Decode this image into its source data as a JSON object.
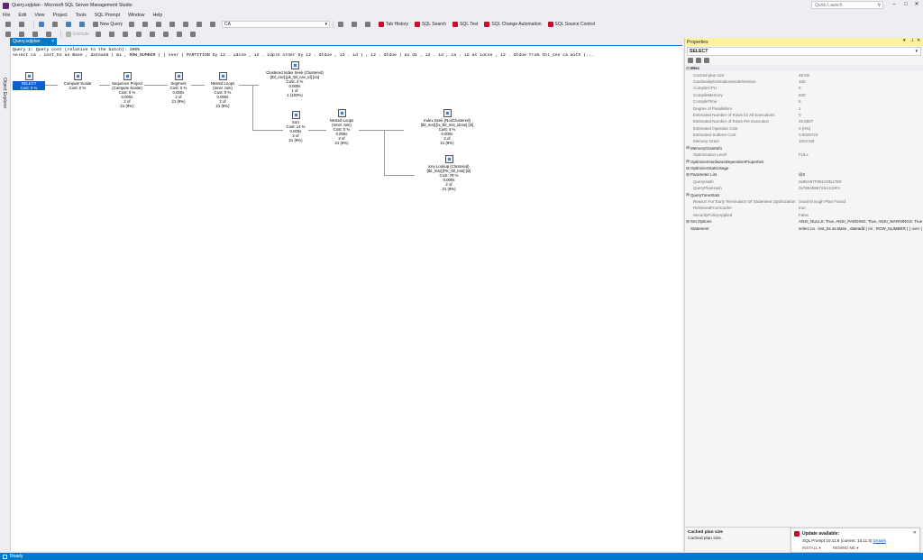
{
  "window": {
    "title": "Query.sqlplan - Microsoft SQL Server Management Studio",
    "quick_launch_placeholder": "Quick Launch"
  },
  "menu": [
    "File",
    "Edit",
    "View",
    "Project",
    "Tools",
    "SQL Prompt",
    "Window",
    "Help"
  ],
  "toolbar": {
    "new_query": "New Query",
    "database": "CA",
    "tab_history": "Tab History",
    "sql_search": "SQL Search",
    "sql_test": "SQL Test",
    "sql_change_automation": "SQL Change Automation",
    "sql_source_control": "SQL Source Control",
    "execute": "Execute"
  },
  "left_tab": "Object Explorer",
  "document_tab": {
    "label": "Query.sqlplan",
    "close": "×"
  },
  "plan": {
    "header_line1": "Query 1: Query cost (relative to the batch): 100%",
    "header_line2": "select ca . inst_bs as Base , dateadd ( mi , ROW_NUMBER ( ) over ( PARTITION by i2 . idcse , i2 . idpln order by i2 . dtdue , i2 . id ) , i2 . dtdue ) as d1 , i2 . id , ca . id as idcse , i2 . dtdue from tbl_cse ca with (...",
    "operators": [
      {
        "id": "select",
        "lines": [
          "SELECT",
          "Cost: 0 %"
        ]
      },
      {
        "id": "compute-scalar",
        "lines": [
          "Compute Scalar",
          "Cost: 0 %"
        ]
      },
      {
        "id": "sequence-project",
        "lines": [
          "Sequence Project",
          "(Compute Scalar)",
          "Cost: 0 %",
          "0.000s",
          "2 of",
          "21 (9%)"
        ]
      },
      {
        "id": "segment",
        "lines": [
          "Segment",
          "Cost: 0 %",
          "0.000s",
          "2 of",
          "21 (9%)"
        ]
      },
      {
        "id": "nested-loops-1",
        "lines": [
          "Nested Loops",
          "(Inner Join)",
          "Cost: 0 %",
          "0.000s",
          "2 of",
          "21 (9%)"
        ]
      },
      {
        "id": "clustered-index-seek",
        "lines": [
          "Clustered Index Seek (Clustered)",
          "[tbl_cse].[pk_tbl_cse_id] [ca]",
          "Cost: 4 %",
          "0.000s",
          "1 of",
          "1 (100%)"
        ]
      },
      {
        "id": "sort",
        "lines": [
          "Sort",
          "Cost: 14 %",
          "0.000s",
          "2 of",
          "21 (9%)"
        ]
      },
      {
        "id": "nested-loops-2",
        "lines": [
          "Nested Loops",
          "(Inner Join)",
          "Cost: 0 %",
          "0.000s",
          "2 of",
          "21 (9%)"
        ]
      },
      {
        "id": "index-seek",
        "lines": [
          "Index Seek (NonClustered)",
          "[tbl_Inst].[ix_tbl_Inst_idcse] [i2]",
          "Cost: 4 %",
          "0.000s",
          "2 of",
          "21 (9%)"
        ]
      },
      {
        "id": "key-lookup",
        "lines": [
          "Key Lookup (Clustered)",
          "[tbl_Inst].[PK_tbl_Inst] [i2]",
          "Cost: 78 %",
          "0.000s",
          "2 of",
          "21 (9%)"
        ]
      }
    ]
  },
  "properties": {
    "title": "Properties",
    "object": "SELECT",
    "rows": [
      {
        "kind": "cat",
        "exp": "⊟",
        "name": "Misc",
        "value": ""
      },
      {
        "kind": "child",
        "exp": "",
        "name": "Cached plan size",
        "value": "48 KB"
      },
      {
        "kind": "child",
        "exp": "",
        "name": "CardinalityEstimationModelVersion",
        "value": "150"
      },
      {
        "kind": "child",
        "exp": "",
        "name": "CompileCPU",
        "value": "5"
      },
      {
        "kind": "child",
        "exp": "",
        "name": "CompileMemory",
        "value": "520"
      },
      {
        "kind": "child",
        "exp": "",
        "name": "CompileTime",
        "value": "5"
      },
      {
        "kind": "child",
        "exp": "",
        "name": "Degree of Parallelism",
        "value": "1"
      },
      {
        "kind": "child",
        "exp": "",
        "name": "Estimated Number of Rows for All Executions",
        "value": "0"
      },
      {
        "kind": "child",
        "exp": "",
        "name": "Estimated Number of Rows Per Execution",
        "value": "20.6607"
      },
      {
        "kind": "child",
        "exp": "",
        "name": "Estimated Operator Cost",
        "value": "0 (0%)"
      },
      {
        "kind": "child",
        "exp": "",
        "name": "Estimated Subtree Cost",
        "value": "0.0029723"
      },
      {
        "kind": "child",
        "exp": "",
        "name": "Memory Grant",
        "value": "1024 KB"
      },
      {
        "kind": "top",
        "exp": "⊞",
        "name": "MemoryGrantInfo",
        "value": ""
      },
      {
        "kind": "child",
        "exp": "",
        "name": "Optimization Level",
        "value": "FULL"
      },
      {
        "kind": "top",
        "exp": "⊞",
        "name": "OptimizerHardwareDependentProperties",
        "value": ""
      },
      {
        "kind": "top",
        "exp": "⊞",
        "name": "OptimizerStatsUsage",
        "value": ""
      },
      {
        "kind": "top",
        "exp": "⊞",
        "name": "Parameter List",
        "value": "@0"
      },
      {
        "kind": "child",
        "exp": "",
        "name": "QueryHash",
        "value": "0x95A97F981C8D17E9"
      },
      {
        "kind": "child",
        "exp": "",
        "name": "QueryPlanHash",
        "value": "0x785459671SA123FA"
      },
      {
        "kind": "top",
        "exp": "⊞",
        "name": "QueryTimeStats",
        "value": ""
      },
      {
        "kind": "child",
        "exp": "",
        "name": "Reason For Early Termination Of Statement Optimization",
        "value": "Good Enough Plan Found"
      },
      {
        "kind": "child",
        "exp": "",
        "name": "RetrievedFromCache",
        "value": "true"
      },
      {
        "kind": "child",
        "exp": "",
        "name": "SecurityPolicyApplied",
        "value": "False"
      },
      {
        "kind": "top",
        "exp": "⊞",
        "name": "Set Options",
        "value": "ANSI_NULLS: True, ANSI_PADDING: True, ANSI_WARNINGS: True"
      },
      {
        "kind": "top",
        "exp": "",
        "name": "Statement",
        "value": "select ca . inst_bs as Base , dateadd ( mi , ROW_NUMBER ( ) over ("
      }
    ],
    "desc_title": "Cached plan size",
    "desc_text": "Cached plan size."
  },
  "notification": {
    "title": "Update available:",
    "body": "SQL Prompt 10.11.6 (current: 10.11.5)",
    "link": "Details",
    "install": "INSTALL ▾",
    "remind": "REMIND ME ▾"
  },
  "status": {
    "text": "Ready"
  }
}
